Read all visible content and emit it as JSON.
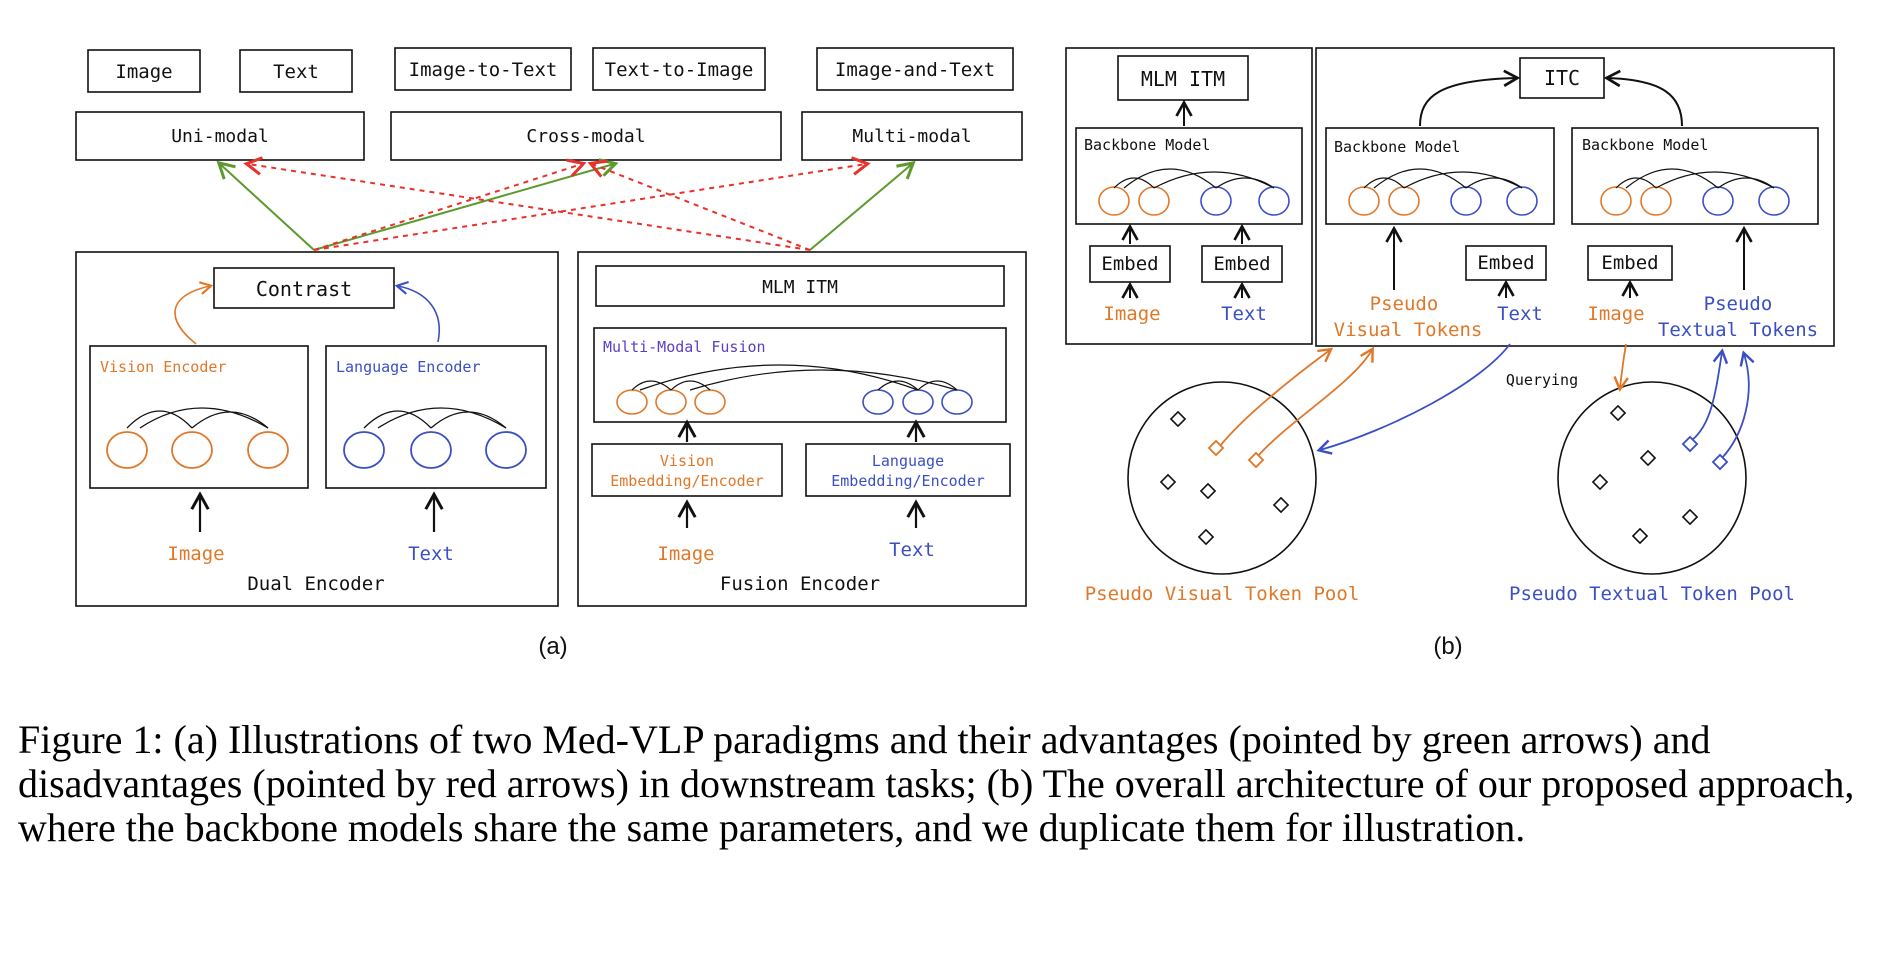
{
  "colors": {
    "ink": "#111111",
    "orange": "#E0782A",
    "blue": "#3B4FC4",
    "purple": "#5B3FC8",
    "green": "#5C9A2E",
    "red": "#E8312A"
  },
  "panel_a": {
    "tasks": {
      "image": "Image",
      "text": "Text",
      "image_to_text": "Image-to-Text",
      "text_to_image": "Text-to-Image",
      "image_and_text": "Image-and-Text"
    },
    "categories": {
      "uni_modal": "Uni-modal",
      "cross_modal": "Cross-modal",
      "multi_modal": "Multi-modal"
    },
    "dual_encoder": {
      "contrast": "Contrast",
      "vision_encoder": "Vision Encoder",
      "language_encoder": "Language Encoder",
      "image": "Image",
      "text": "Text",
      "caption": "Dual Encoder"
    },
    "fusion_encoder": {
      "objective": "MLM ITM",
      "fusion_title": "Multi-Modal Fusion",
      "vision_embed_line1": "Vision",
      "vision_embed_line2": "Embedding/Encoder",
      "language_embed_line1": "Language",
      "language_embed_line2": "Embedding/Encoder",
      "image": "Image",
      "text": "Text",
      "caption": "Fusion Encoder"
    },
    "label": "(a)"
  },
  "panel_b": {
    "left": {
      "objective": "MLM ITM",
      "backbone": "Backbone Model",
      "embed_image": "Embed",
      "embed_text": "Embed",
      "image": "Image",
      "text": "Text"
    },
    "right": {
      "objective": "ITC",
      "backbone_left": "Backbone Model",
      "backbone_right": "Backbone Model",
      "pseudo_visual_line1": "Pseudo",
      "pseudo_visual_line2": "Visual Tokens",
      "embed_text": "Embed",
      "text": "Text",
      "embed_image": "Embed",
      "image": "Image",
      "pseudo_textual_line1": "Pseudo",
      "pseudo_textual_line2": "Textual Tokens"
    },
    "querying": "Querying",
    "visual_pool": "Pseudo Visual Token Pool",
    "textual_pool": "Pseudo Textual Token Pool",
    "label": "(b)"
  },
  "caption": "Figure 1: (a) Illustrations of two Med-VLP paradigms and their advantages (pointed by green arrows) and disadvantages (pointed by red arrows) in downstream tasks; (b) The overall architecture of our proposed approach, where the backbone models share the same parameters, and we duplicate them for illustration."
}
